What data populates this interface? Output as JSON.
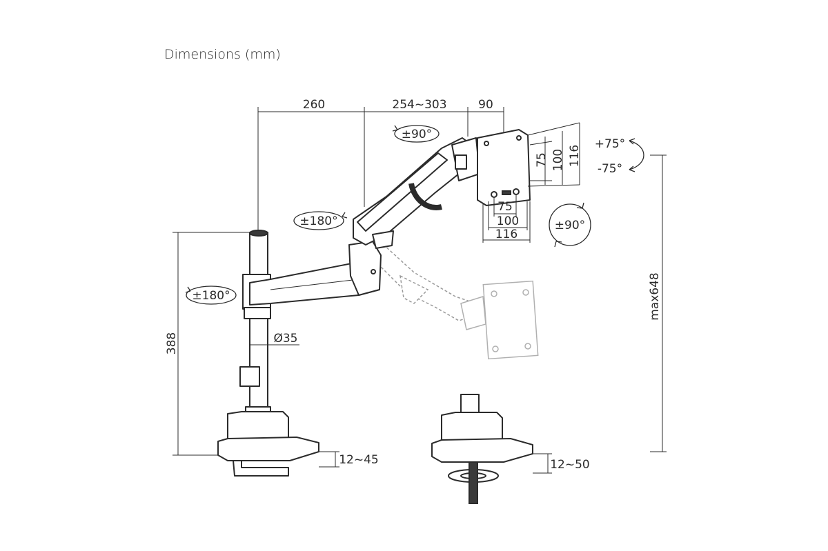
{
  "title": "Dimensions (mm)",
  "dimensions": {
    "arm_first": "260",
    "arm_second": "254~303",
    "head_depth": "90",
    "vesa_75_v": "75",
    "vesa_100_v": "100",
    "vesa_116_v": "116",
    "vesa_75_h": "75",
    "vesa_100_h": "100",
    "vesa_116_h": "116",
    "pole_diameter": "Ø35",
    "pole_height": "388",
    "max_height": "max648",
    "clamp_thickness": "12~45",
    "grommet_thickness": "12~50"
  },
  "rotations": {
    "head_swivel": "±90°",
    "tilt_up": "+75°",
    "tilt_down": "-75°",
    "screen_rotate": "±90°",
    "arm_upper_swivel": "±180°",
    "arm_lower_swivel": "±180°"
  }
}
